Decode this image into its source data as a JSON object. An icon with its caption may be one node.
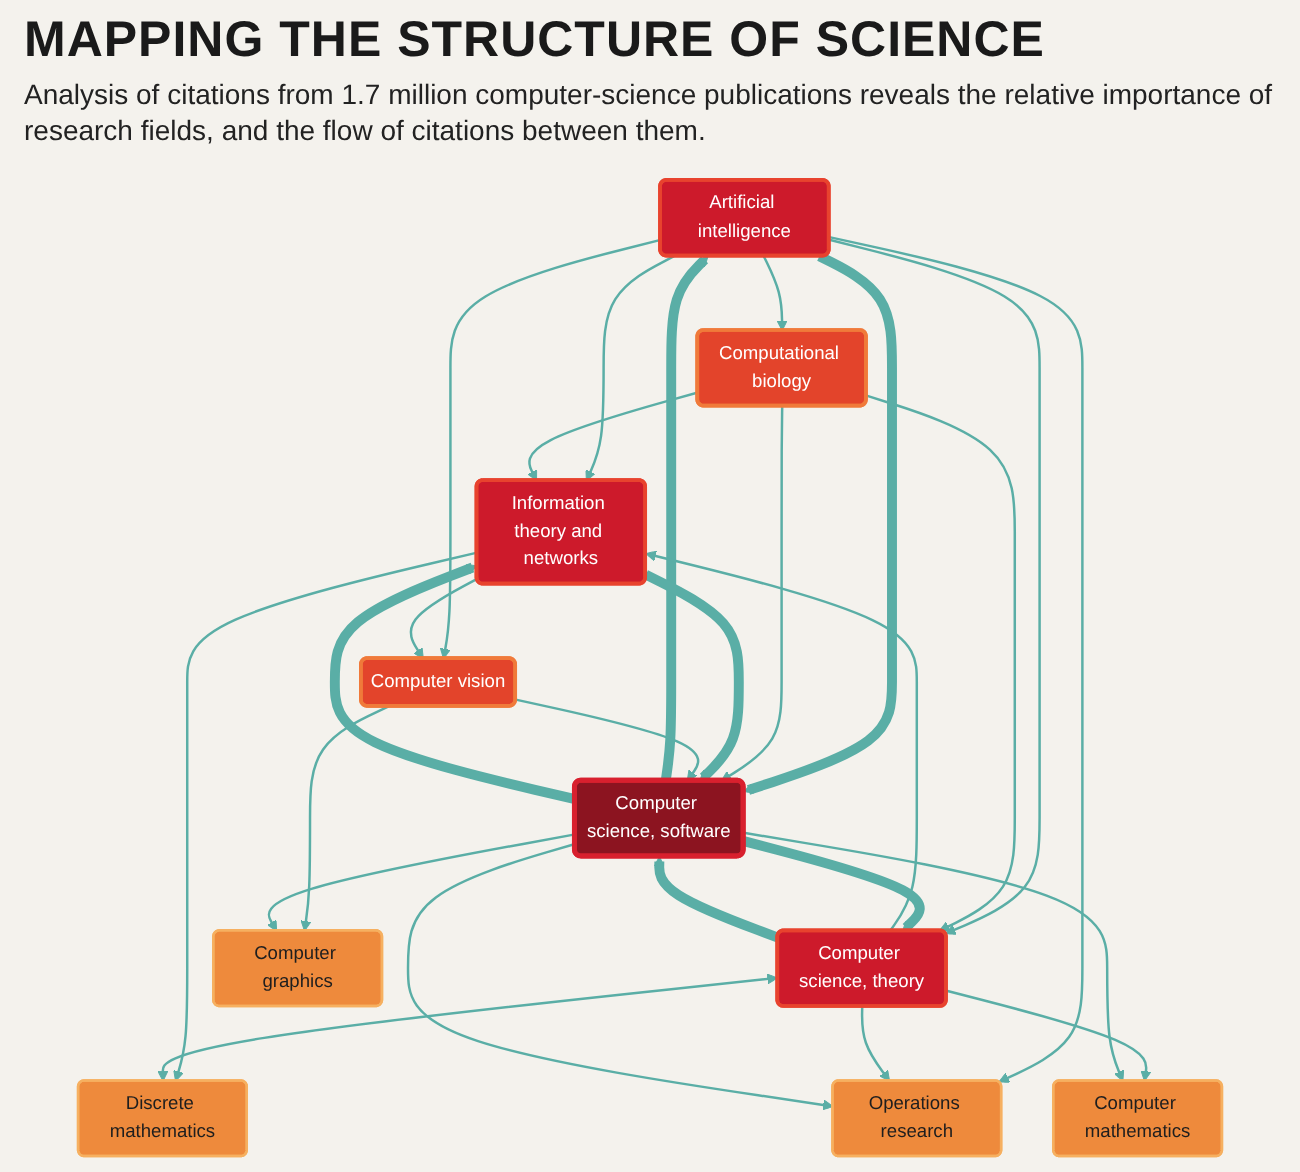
{
  "diagram": {
    "title": "MAPPING THE STRUCTURE OF SCIENCE",
    "caption": "Analysis of citations from 1.7 million computer-science publications reveals the relative importance of research fields, and the flow of citations between them.",
    "nodes": [
      {
        "text": [
          "Artificial intelligence"
        ]
      },
      {
        "text": [
          "Computational biology"
        ]
      },
      {
        "text": [
          "Operations research"
        ]
      },
      {
        "text": [
          "Information theory and networks"
        ]
      },
      {
        "text": [
          "Discrete mathematics"
        ]
      },
      {
        "text": [
          "Computer science, theory"
        ]
      },
      {
        "text": [
          "Computer vision"
        ]
      },
      {
        "text": [
          "Computer mathematics"
        ]
      },
      {
        "text": [
          "Computer graphics"
        ]
      },
      {
        "text": [
          "Computer science, software"
        ]
      }
    ],
    "edges": [
      {
        "from": 0,
        "to": 1,
        "arrow": "to"
      },
      {
        "from": 0,
        "to": 3,
        "arrow": "to"
      },
      {
        "from": 0,
        "to": 5,
        "arrow": "to"
      },
      {
        "from": 0,
        "to": 2,
        "arrow": "to"
      },
      {
        "from": 0,
        "to": 6,
        "arrow": "to"
      },
      {
        "from": 0,
        "to": 9,
        "arrow": "to",
        "style": "thick"
      },
      {
        "from": 9,
        "to": 0,
        "arrow": "to",
        "style": "thick"
      },
      {
        "from": 1,
        "to": 3,
        "arrow": "to"
      },
      {
        "from": 1,
        "to": 5,
        "arrow": "to"
      },
      {
        "from": 1,
        "to": 9,
        "arrow": "to"
      },
      {
        "from": 5,
        "to": 2,
        "arrow": "to"
      },
      {
        "from": 9,
        "to": 2,
        "arrow": "to"
      },
      {
        "from": 3,
        "to": 4,
        "arrow": "to"
      },
      {
        "from": 5,
        "to": 3,
        "arrow": "to"
      },
      {
        "from": 3,
        "to": 9,
        "arrow": "to",
        "style": "thick"
      },
      {
        "from": 9,
        "to": 3,
        "arrow": "to",
        "style": "thick"
      },
      {
        "from": 3,
        "to": 6,
        "arrow": "to"
      },
      {
        "from": 5,
        "to": 4,
        "arrow": "both"
      },
      {
        "from": 5,
        "to": 7,
        "arrow": "to"
      },
      {
        "from": 9,
        "to": 5,
        "arrow": "to",
        "style": "thick"
      },
      {
        "from": 5,
        "to": 9,
        "arrow": "to",
        "style": "thick"
      },
      {
        "from": 6,
        "to": 8,
        "arrow": "to"
      },
      {
        "from": 6,
        "to": 9,
        "arrow": "to"
      },
      {
        "from": 9,
        "to": 8,
        "arrow": "to"
      },
      {
        "from": 9,
        "to": 7,
        "arrow": "to"
      }
    ]
  }
}
